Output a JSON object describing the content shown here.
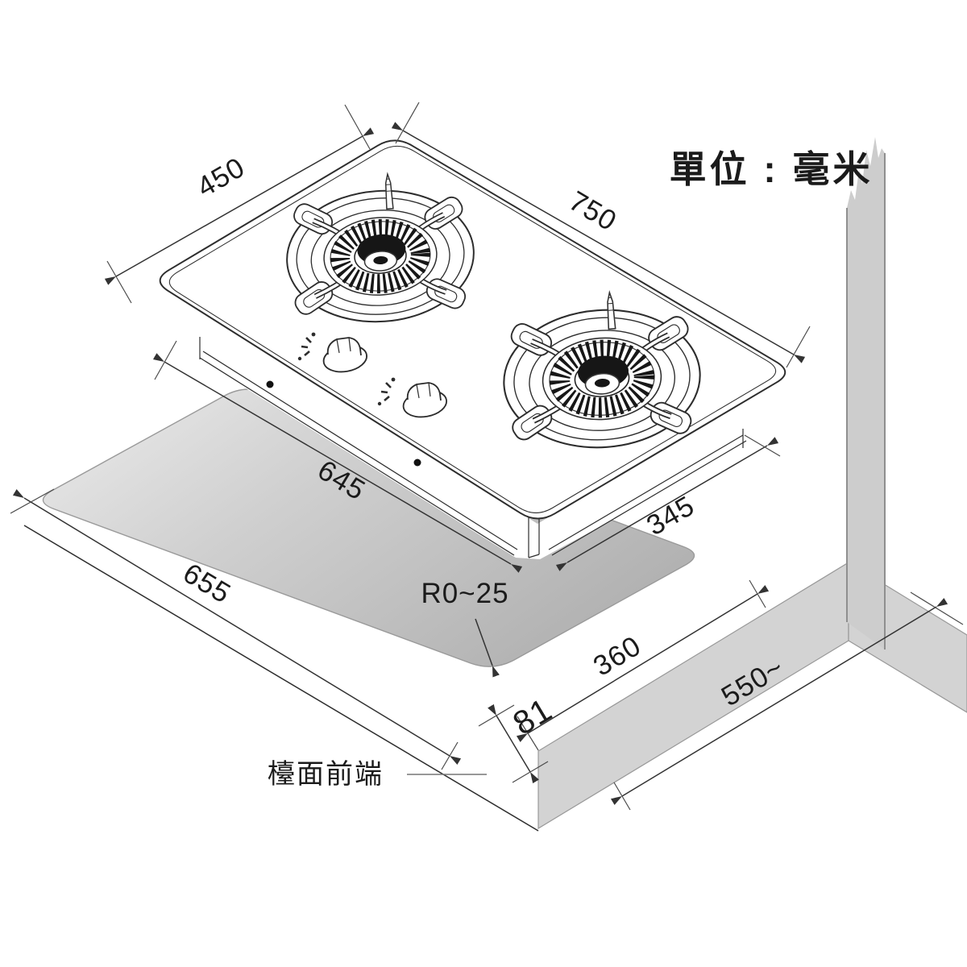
{
  "diagram": {
    "unit_note": "單位 : 毫米",
    "front_edge_label": "檯面前端",
    "dimensions": {
      "top_width": "450",
      "top_length": "750",
      "cutout_length": "645",
      "cutout_width": "345",
      "lower_length": "655",
      "lower_width": "360",
      "front_offset": "81",
      "counter_depth": "550~",
      "corner_radius": "R0~25"
    },
    "colors": {
      "line": "#2d2d2d",
      "dimension_line": "#333333",
      "cutout_fill_light": "#e6e6e6",
      "cutout_fill_dark": "#b5b5b5",
      "counter_band_fill": "#d3d3d3",
      "wall_fill": "#cdcdcd"
    }
  }
}
